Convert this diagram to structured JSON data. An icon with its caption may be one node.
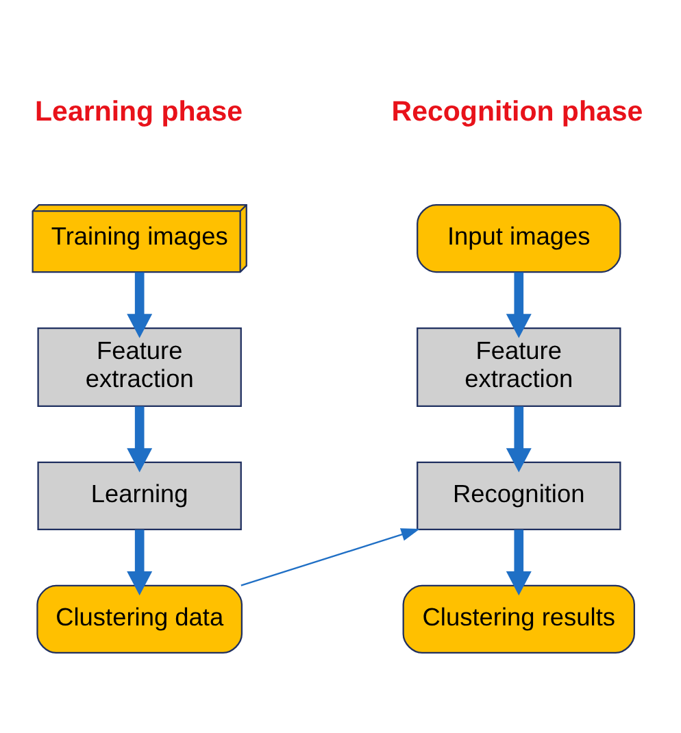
{
  "diagram": {
    "nodes": [
      {
        "text": [
          "Training images"
        ]
      },
      {
        "text": [
          "Feature extraction"
        ]
      },
      {
        "text": [
          "Learning"
        ]
      },
      {
        "text": [
          "Clustering data"
        ]
      },
      {
        "text": [
          "Input images"
        ]
      },
      {
        "text": [
          "Feature extraction"
        ]
      },
      {
        "text": [
          "Recognition"
        ]
      },
      {
        "text": [
          "Clustering results"
        ]
      }
    ],
    "edges": [
      {
        "from": 0,
        "to": 1,
        "arrow": "to"
      },
      {
        "from": 1,
        "to": 2,
        "arrow": "to"
      },
      {
        "from": 2,
        "to": 3,
        "arrow": "to"
      },
      {
        "from": 4,
        "to": 5,
        "arrow": "to"
      },
      {
        "from": 5,
        "to": 6,
        "arrow": "to"
      },
      {
        "from": 6,
        "to": 7,
        "arrow": "to"
      },
      {
        "from": 3,
        "to": 6,
        "arrow": "to"
      }
    ],
    "labels": [
      "Learning phase",
      "Recognition phase"
    ]
  }
}
